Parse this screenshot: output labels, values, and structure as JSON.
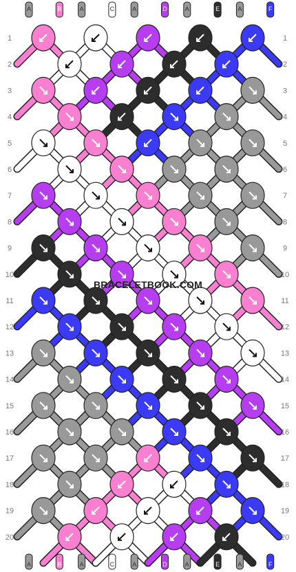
{
  "watermark": "BRACELETBOOK.COM",
  "colors": {
    "A": "#999999",
    "B": "#f97fd0",
    "C": "#ffffff",
    "D": "#b63df0",
    "E": "#2d2d2d",
    "F": "#3b3bf5"
  },
  "strand_letters_top": [
    "A",
    "B",
    "A",
    "C",
    "A",
    "D",
    "A",
    "E",
    "A",
    "F"
  ],
  "strand_letters_bottom": [
    "A",
    "B",
    "A",
    "C",
    "A",
    "D",
    "A",
    "E",
    "A",
    "F"
  ],
  "row_numbers": [
    "1",
    "2",
    "3",
    "4",
    "5",
    "6",
    "7",
    "8",
    "9",
    "10",
    "11",
    "12",
    "13",
    "14",
    "15",
    "16",
    "17",
    "18",
    "19",
    "20"
  ],
  "knot_rows": [
    {
      "row": "1",
      "knots": [
        {
          "c": "B",
          "d": "bl"
        },
        {
          "c": "C",
          "d": "bl"
        },
        {
          "c": "D",
          "d": "bl"
        },
        {
          "c": "E",
          "d": "bl"
        },
        {
          "c": "F",
          "d": "bl"
        }
      ]
    },
    {
      "row": "2",
      "knots": [
        {
          "c": "C",
          "d": "bl"
        },
        {
          "c": "D",
          "d": "bl"
        },
        {
          "c": "E",
          "d": "bl"
        },
        {
          "c": "F",
          "d": "bl"
        }
      ]
    },
    {
      "row": "3",
      "knots": [
        {
          "c": "B",
          "d": "br"
        },
        {
          "c": "D",
          "d": "bl"
        },
        {
          "c": "E",
          "d": "bl"
        },
        {
          "c": "F",
          "d": "bl"
        },
        {
          "c": "A",
          "d": "br"
        }
      ]
    },
    {
      "row": "4",
      "knots": [
        {
          "c": "B",
          "d": "br"
        },
        {
          "c": "E",
          "d": "bl"
        },
        {
          "c": "F",
          "d": "br"
        },
        {
          "c": "A",
          "d": "br"
        }
      ]
    },
    {
      "row": "5",
      "knots": [
        {
          "c": "C",
          "d": "br"
        },
        {
          "c": "B",
          "d": "br"
        },
        {
          "c": "F",
          "d": "bl"
        },
        {
          "c": "A",
          "d": "br"
        },
        {
          "c": "A",
          "d": "br"
        }
      ]
    },
    {
      "row": "6",
      "knots": [
        {
          "c": "C",
          "d": "br"
        },
        {
          "c": "B",
          "d": "br"
        },
        {
          "c": "A",
          "d": "br"
        },
        {
          "c": "A",
          "d": "br"
        }
      ]
    },
    {
      "row": "7",
      "knots": [
        {
          "c": "D",
          "d": "br"
        },
        {
          "c": "C",
          "d": "br"
        },
        {
          "c": "B",
          "d": "br"
        },
        {
          "c": "A",
          "d": "br"
        },
        {
          "c": "A",
          "d": "br"
        }
      ]
    },
    {
      "row": "8",
      "knots": [
        {
          "c": "D",
          "d": "br"
        },
        {
          "c": "C",
          "d": "br"
        },
        {
          "c": "B",
          "d": "br"
        },
        {
          "c": "A",
          "d": "br"
        }
      ]
    },
    {
      "row": "9",
      "knots": [
        {
          "c": "E",
          "d": "br"
        },
        {
          "c": "D",
          "d": "br"
        },
        {
          "c": "C",
          "d": "br"
        },
        {
          "c": "B",
          "d": "br"
        },
        {
          "c": "A",
          "d": "br"
        }
      ]
    },
    {
      "row": "10",
      "knots": [
        {
          "c": "E",
          "d": "br"
        },
        {
          "c": "D",
          "d": "br"
        },
        {
          "c": "C",
          "d": "br"
        },
        {
          "c": "B",
          "d": "br"
        }
      ]
    },
    {
      "row": "11",
      "knots": [
        {
          "c": "F",
          "d": "br"
        },
        {
          "c": "E",
          "d": "br"
        },
        {
          "c": "D",
          "d": "br"
        },
        {
          "c": "C",
          "d": "br"
        },
        {
          "c": "B",
          "d": "br"
        }
      ]
    },
    {
      "row": "12",
      "knots": [
        {
          "c": "F",
          "d": "br"
        },
        {
          "c": "E",
          "d": "br"
        },
        {
          "c": "D",
          "d": "br"
        },
        {
          "c": "C",
          "d": "br"
        }
      ]
    },
    {
      "row": "13",
      "knots": [
        {
          "c": "A",
          "d": "br"
        },
        {
          "c": "F",
          "d": "br"
        },
        {
          "c": "E",
          "d": "br"
        },
        {
          "c": "D",
          "d": "br"
        },
        {
          "c": "C",
          "d": "br"
        }
      ]
    },
    {
      "row": "14",
      "knots": [
        {
          "c": "A",
          "d": "br"
        },
        {
          "c": "F",
          "d": "br"
        },
        {
          "c": "E",
          "d": "br"
        },
        {
          "c": "D",
          "d": "br"
        }
      ]
    },
    {
      "row": "15",
      "knots": [
        {
          "c": "A",
          "d": "br"
        },
        {
          "c": "A",
          "d": "br"
        },
        {
          "c": "F",
          "d": "br"
        },
        {
          "c": "E",
          "d": "br"
        },
        {
          "c": "D",
          "d": "br"
        }
      ]
    },
    {
      "row": "16",
      "knots": [
        {
          "c": "A",
          "d": "br"
        },
        {
          "c": "A",
          "d": "br"
        },
        {
          "c": "F",
          "d": "br"
        },
        {
          "c": "E",
          "d": "br"
        }
      ]
    },
    {
      "row": "17",
      "knots": [
        {
          "c": "A",
          "d": "br"
        },
        {
          "c": "A",
          "d": "br"
        },
        {
          "c": "B",
          "d": "bl"
        },
        {
          "c": "F",
          "d": "br"
        },
        {
          "c": "E",
          "d": "br"
        }
      ]
    },
    {
      "row": "18",
      "knots": [
        {
          "c": "A",
          "d": "br"
        },
        {
          "c": "B",
          "d": "bl"
        },
        {
          "c": "C",
          "d": "bl"
        },
        {
          "c": "F",
          "d": "br"
        }
      ]
    },
    {
      "row": "19",
      "knots": [
        {
          "c": "A",
          "d": "br"
        },
        {
          "c": "B",
          "d": "bl"
        },
        {
          "c": "C",
          "d": "bl"
        },
        {
          "c": "D",
          "d": "bl"
        },
        {
          "c": "F",
          "d": "br"
        }
      ]
    },
    {
      "row": "20",
      "knots": [
        {
          "c": "B",
          "d": "bl"
        },
        {
          "c": "C",
          "d": "bl"
        },
        {
          "c": "D",
          "d": "bl"
        },
        {
          "c": "E",
          "d": "bl"
        }
      ]
    }
  ]
}
